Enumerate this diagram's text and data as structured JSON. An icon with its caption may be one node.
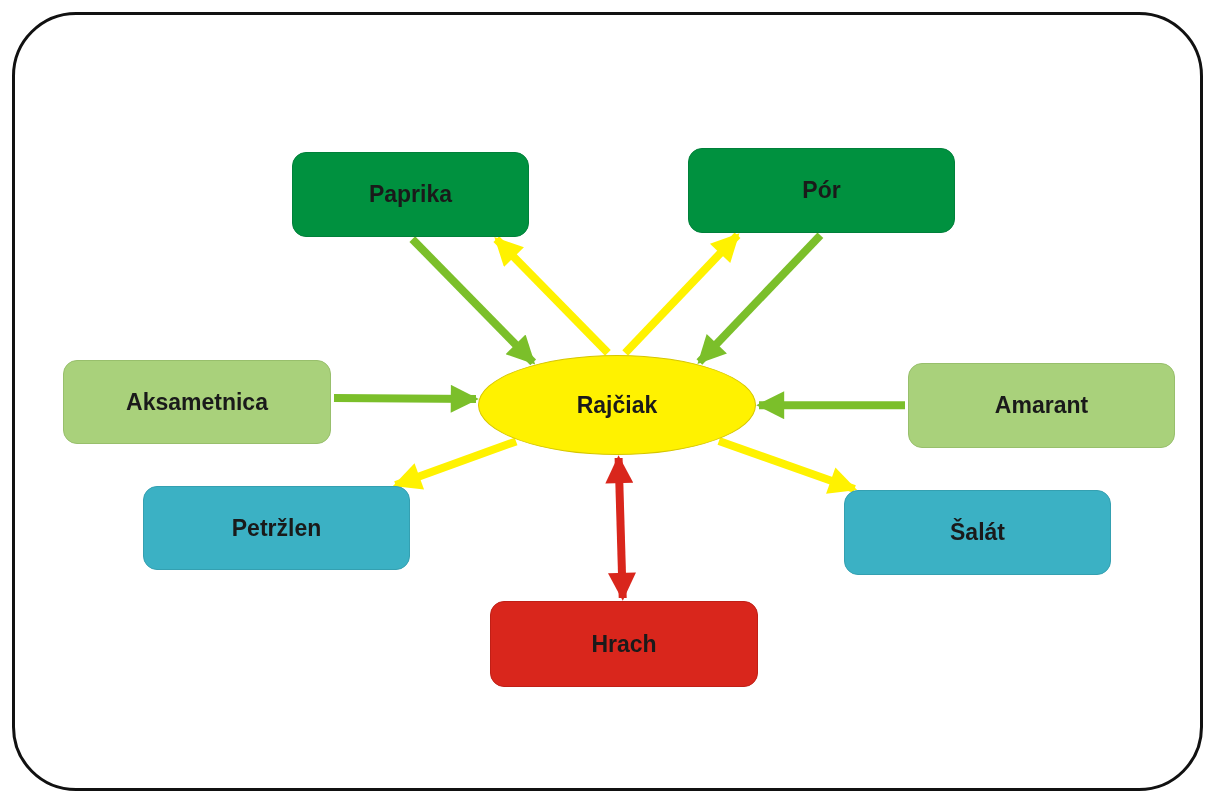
{
  "diagram": {
    "nodes": [
      {
        "text": [
          "Paprika"
        ]
      },
      {
        "text": [
          "Pór"
        ]
      },
      {
        "text": [
          "Aksametnica"
        ]
      },
      {
        "text": [
          "Rajčiak"
        ]
      },
      {
        "text": [
          "Amarant"
        ]
      },
      {
        "text": [
          "Petržlen"
        ]
      },
      {
        "text": [
          "Šalát"
        ]
      },
      {
        "text": [
          "Hrach"
        ]
      }
    ],
    "edges": [
      {
        "from": 3,
        "to": 0,
        "arrow": "to"
      },
      {
        "from": 0,
        "to": 3,
        "arrow": "to",
        "color": "#7bbf2a"
      },
      {
        "from": 1,
        "to": 3,
        "arrow": "to",
        "color": "#7bbf2a"
      },
      {
        "from": 3,
        "to": 1,
        "arrow": "to"
      },
      {
        "from": 2,
        "to": 3,
        "arrow": "to",
        "color": "#7bbf2a"
      },
      {
        "from": 4,
        "to": 3,
        "arrow": "to",
        "color": "#7bbf2a"
      },
      {
        "from": 3,
        "to": 5,
        "arrow": "to"
      },
      {
        "from": 3,
        "to": 6,
        "arrow": "to"
      },
      {
        "from": 3,
        "to": 7,
        "arrow": "both",
        "color": "#d9261c"
      }
    ]
  }
}
